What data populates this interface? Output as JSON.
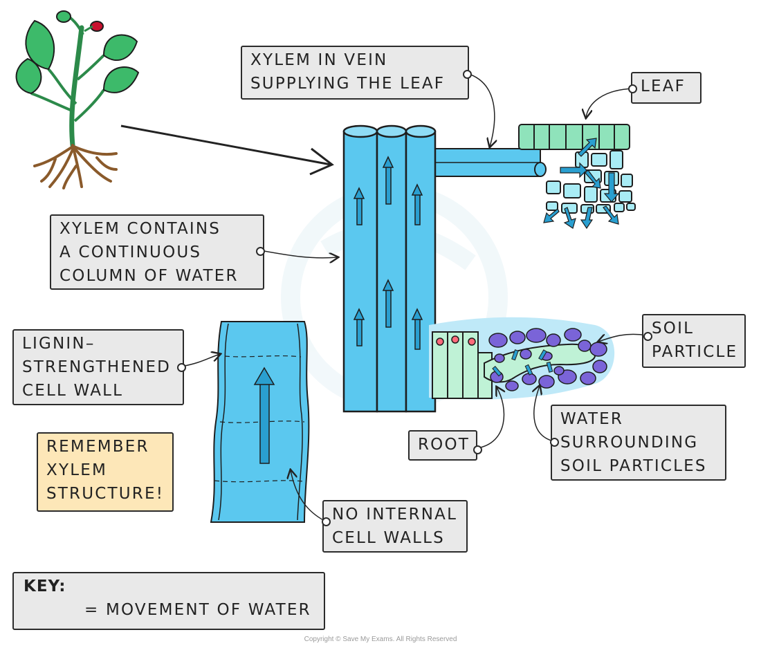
{
  "labels": {
    "xylem_vein": [
      "XYLEM IN VEIN",
      "SUPPLYING THE LEAF"
    ],
    "leaf": [
      "LEAF"
    ],
    "continuous_column": [
      "XYLEM CONTAINS",
      "A CONTINUOUS",
      "COLUMN OF WATER"
    ],
    "lignin": [
      "LIGNIN–",
      "STRENGTHENED",
      "CELL WALL"
    ],
    "soil_particle": [
      "SOIL",
      "PARTICLE"
    ],
    "root": [
      "ROOT"
    ],
    "water_surrounding": [
      "WATER",
      "SURROUNDING",
      "SOIL PARTICLES"
    ],
    "remember": [
      "REMEMBER",
      "XYLEM",
      "STRUCTURE!"
    ],
    "no_internal": [
      "NO INTERNAL",
      "CELL WALLS"
    ]
  },
  "key": {
    "title": "KEY:",
    "entry": "= MOVEMENT OF WATER"
  },
  "copyright": "Copyright © Save My Exams. All Rights Reserved",
  "colors": {
    "xylem": "#5bc8ef",
    "xylem_dark": "#2a9fd0",
    "arrow": "#1f7f98",
    "leaf_cells": "#8fe3bb",
    "leaf_cells_light": "#a9ecf5",
    "soil": "#7a64d8",
    "root_cells": "#bff2d6",
    "water_halo": "#bfe9f8",
    "plant_leaf": "#3dba6a",
    "plant_root": "#8a5a2b",
    "flower": "#c8102e",
    "label_bg": "#e9e9e9",
    "note_bg": "#fde7b8"
  }
}
